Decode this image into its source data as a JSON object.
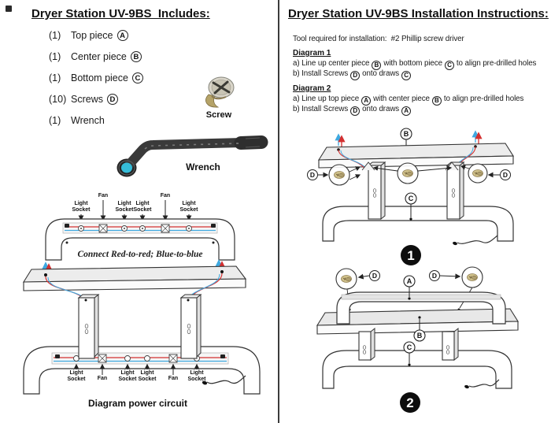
{
  "colors": {
    "wire_red": "#d43030",
    "wire_blue": "#3fa9e0",
    "wrench_cap": "#35bcd8",
    "step_badge": "#0d0d0d"
  },
  "left": {
    "title": "Dryer Station UV-9BS  Includes:",
    "items": [
      {
        "qty": "(1)",
        "label": "Top piece",
        "letter": "A"
      },
      {
        "qty": "(1)",
        "label": "Center piece",
        "letter": "B"
      },
      {
        "qty": "(1)",
        "label": "Bottom piece",
        "letter": "C"
      },
      {
        "qty": "(10)",
        "label": "Screws",
        "letter": "D"
      },
      {
        "qty": "(1)",
        "label": "Wrench",
        "letter": ""
      }
    ],
    "screw_caption": "Screw",
    "wrench_caption": "Wrench",
    "circuit": {
      "top_labels": [
        "Light\nSocket",
        "Fan",
        "Light\nSocket",
        "Light\nSocket",
        "Fan",
        "Light\nSocket"
      ],
      "bottom_labels": [
        "Light\nSocket",
        "Fan",
        "Light\nSocket",
        "Light\nSocket",
        "Fan",
        "Light\nSocket"
      ],
      "connect_note": "Connect Red-to-red; Blue-to-blue",
      "caption": "Diagram power circuit"
    }
  },
  "right": {
    "title": "Dryer Station UV-9BS Installation Instructions:",
    "tool_note": "Tool required for installation:  #2 Phillip screw driver",
    "diagram1": {
      "heading": "Diagram 1",
      "line_a": {
        "pre": "a) Line up center piece",
        "l1": "B",
        "mid": "with bottom piece",
        "l2": "C",
        "post": "to align pre-drilled holes"
      },
      "line_b": {
        "pre": "b) Install Screws",
        "l1": "D",
        "mid": "onto draws",
        "l2": "C"
      },
      "callouts": {
        "top": "B",
        "screw_left": "D",
        "screw_right": "D",
        "base": "C"
      },
      "step": "1"
    },
    "diagram2": {
      "heading": "Diagram 2",
      "line_a": {
        "pre": "a) Line up top piece",
        "l1": "A",
        "mid": "with center piece",
        "l2": "B",
        "post": "to align pre-drilled holes"
      },
      "line_b": {
        "pre": "b) Install Screws",
        "l1": "D",
        "mid": "onto draws",
        "l2": "A"
      },
      "callouts": {
        "top": "A",
        "screw_left": "D",
        "screw_right": "D",
        "center": "B",
        "base": "C"
      },
      "step": "2"
    }
  }
}
